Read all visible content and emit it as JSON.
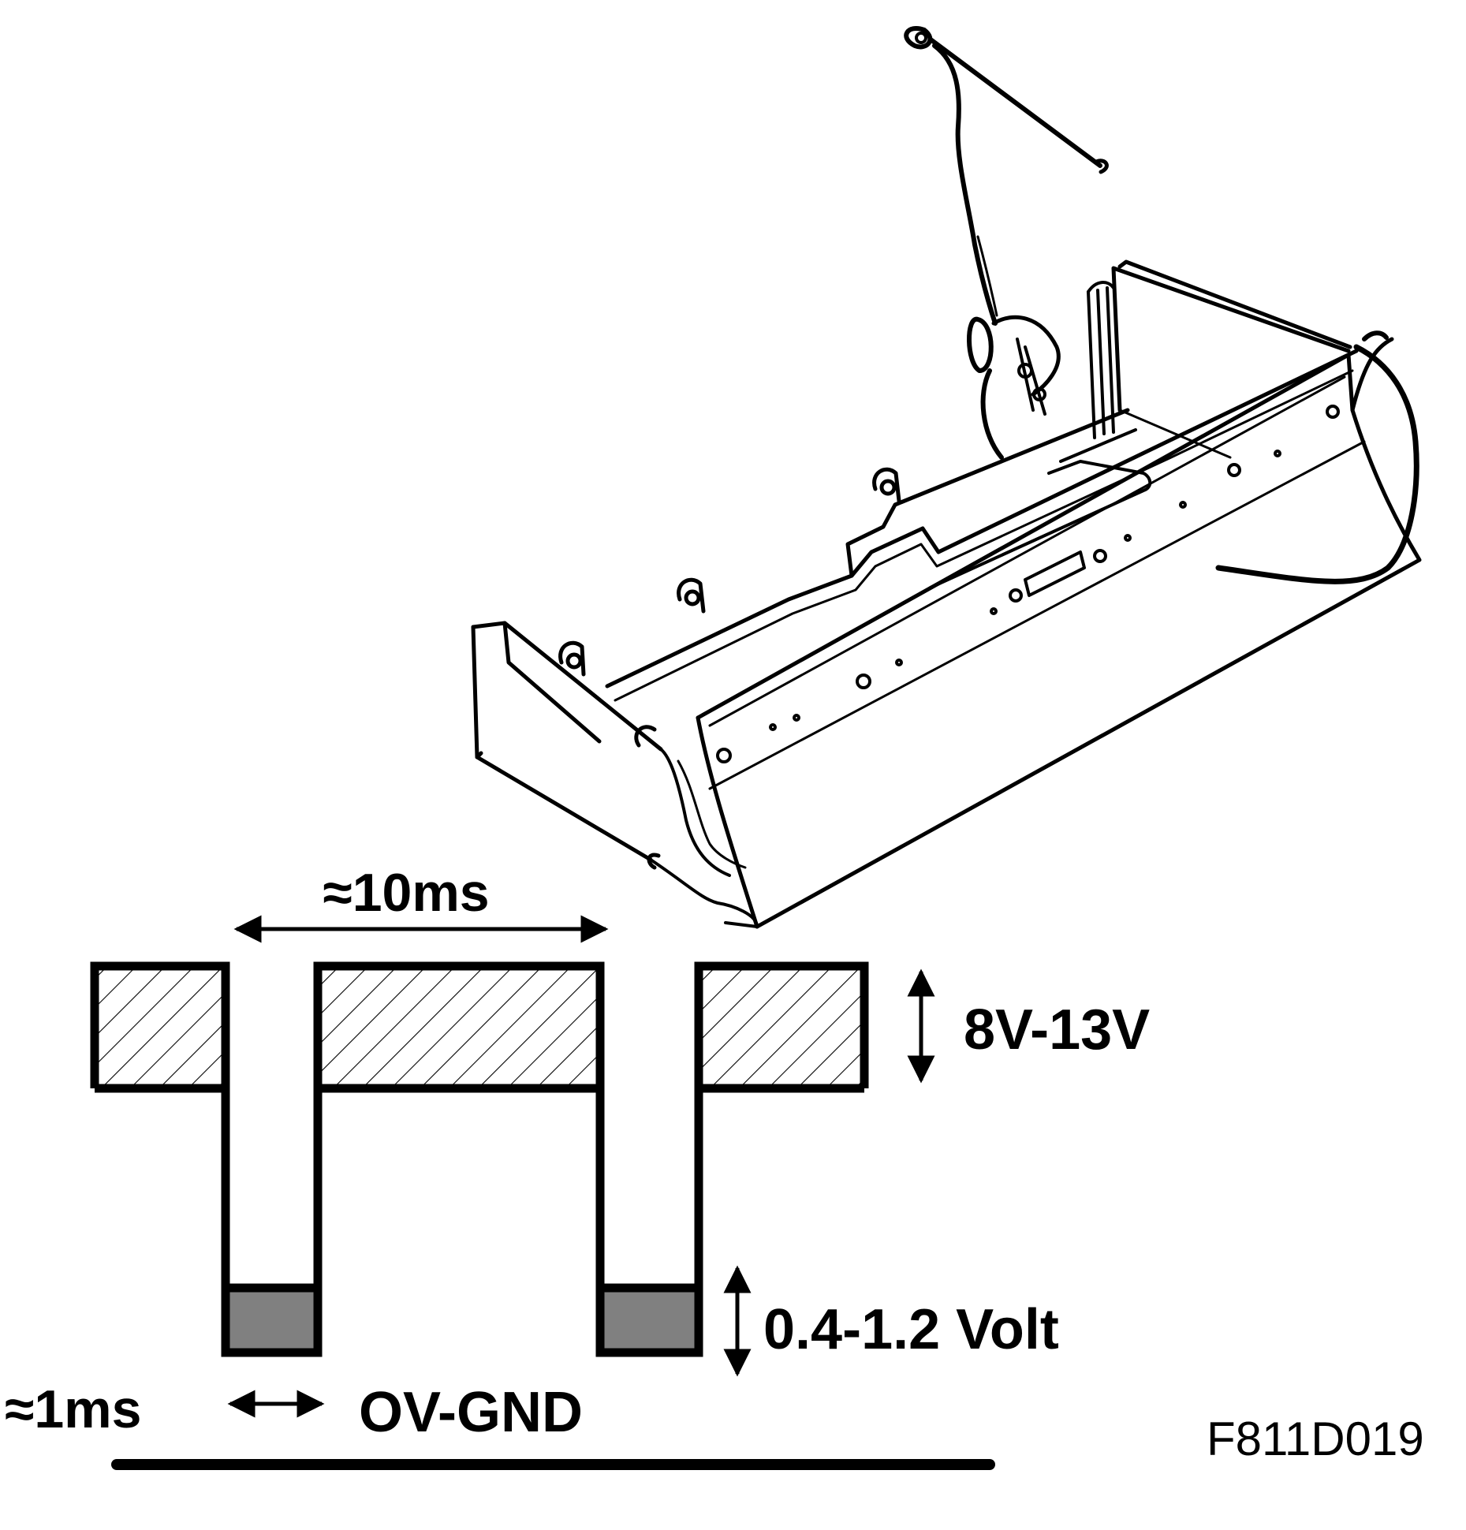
{
  "labels": {
    "period": "≈10ms",
    "high_level": "8V-13V",
    "low_level": "0.4-1.2 Volt",
    "pulse_width": "≈1ms",
    "ground": "OV-GND",
    "figure_id": "F811D019"
  },
  "colors": {
    "line": "#000000",
    "low_fill": "#808080",
    "background": "#ffffff"
  }
}
